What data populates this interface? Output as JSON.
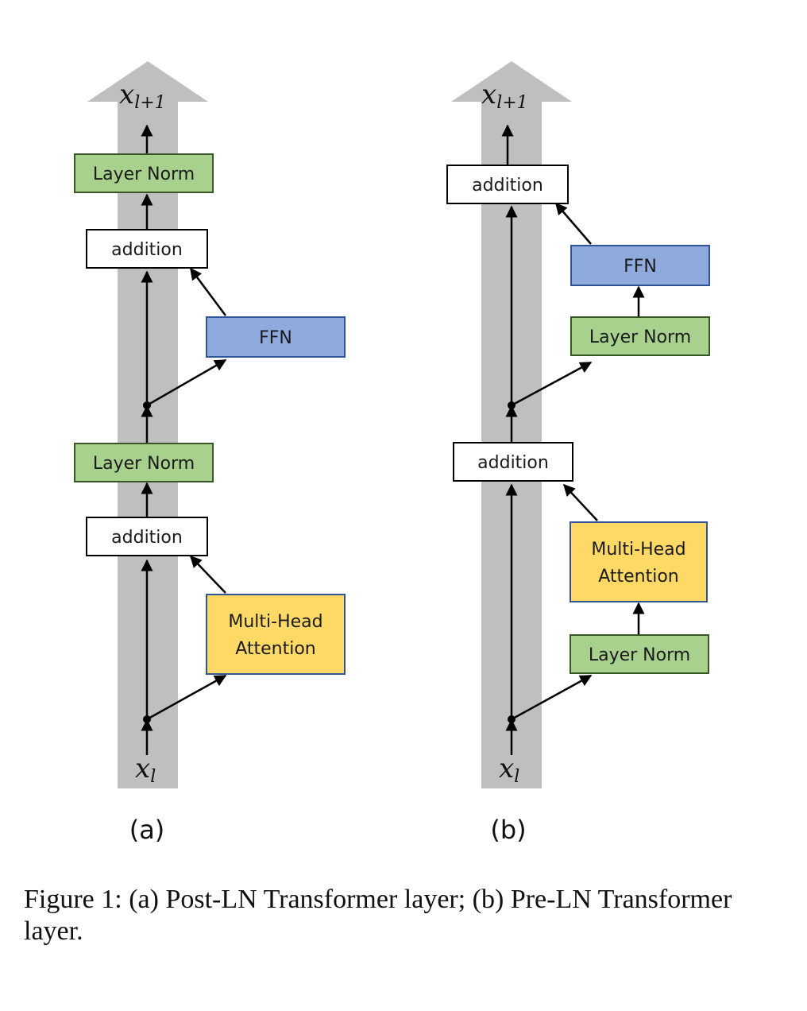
{
  "panels": {
    "a": {
      "label": "(a)",
      "output": {
        "var": "x",
        "sub": "l+1"
      },
      "input": {
        "var": "x",
        "sub": "l"
      },
      "boxes": {
        "layer_norm_top": "Layer Norm",
        "addition_top": "addition",
        "ffn": "FFN",
        "layer_norm_bottom": "Layer Norm",
        "addition_bottom": "addition",
        "mha_line1": "Multi-Head",
        "mha_line2": "Attention"
      }
    },
    "b": {
      "label": "(b)",
      "output": {
        "var": "x",
        "sub": "l+1"
      },
      "input": {
        "var": "x",
        "sub": "l"
      },
      "boxes": {
        "addition_top": "addition",
        "ffn": "FFN",
        "layer_norm_ffn": "Layer Norm",
        "addition_bottom": "addition",
        "mha_line1": "Multi-Head",
        "mha_line2": "Attention",
        "layer_norm_mha": "Layer Norm"
      }
    }
  },
  "caption": "Figure 1: (a) Post-LN Transformer layer; (b) Pre-LN Transformer layer.",
  "colors": {
    "layer_norm": "#a9d18e",
    "ffn": "#8faadc",
    "attention": "#ffd966",
    "addition": "#ffffff",
    "residual_stream": "#bfbfbf"
  }
}
